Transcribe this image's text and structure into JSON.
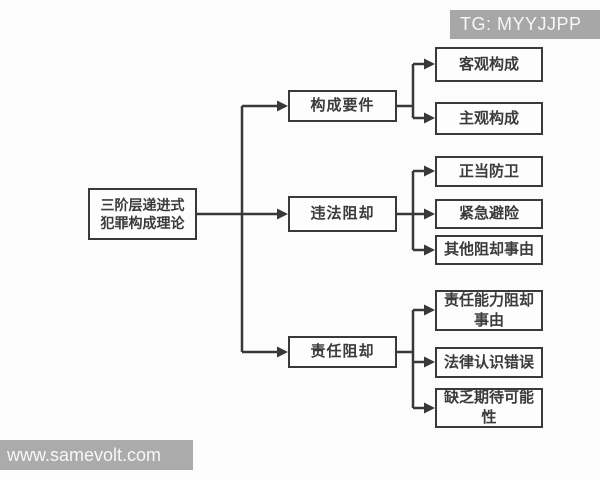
{
  "watermarks": {
    "telegram": "TG: MYYJJPP",
    "website": "www.samevolt.com"
  },
  "colors": {
    "background": "#fcfcfc",
    "box_fill": "#fdfdfd",
    "box_border": "#3a3a3a",
    "line": "#383838",
    "text": "#3b3b3b",
    "banner_bg": "#a7a7a7",
    "banner_text": "#f7f7f7"
  },
  "diagram": {
    "root": {
      "label": "三阶层递进式犯罪构成理论"
    },
    "branches": [
      {
        "label": "构成要件",
        "children": [
          {
            "label": "客观构成"
          },
          {
            "label": "主观构成"
          }
        ]
      },
      {
        "label": "违法阻却",
        "children": [
          {
            "label": "正当防卫"
          },
          {
            "label": "紧急避险"
          },
          {
            "label": "其他阻却事由"
          }
        ]
      },
      {
        "label": "责任阻却",
        "children": [
          {
            "label": "责任能力阻却事由"
          },
          {
            "label": "法律认识错误"
          },
          {
            "label": "缺乏期待可能性"
          }
        ]
      }
    ]
  }
}
